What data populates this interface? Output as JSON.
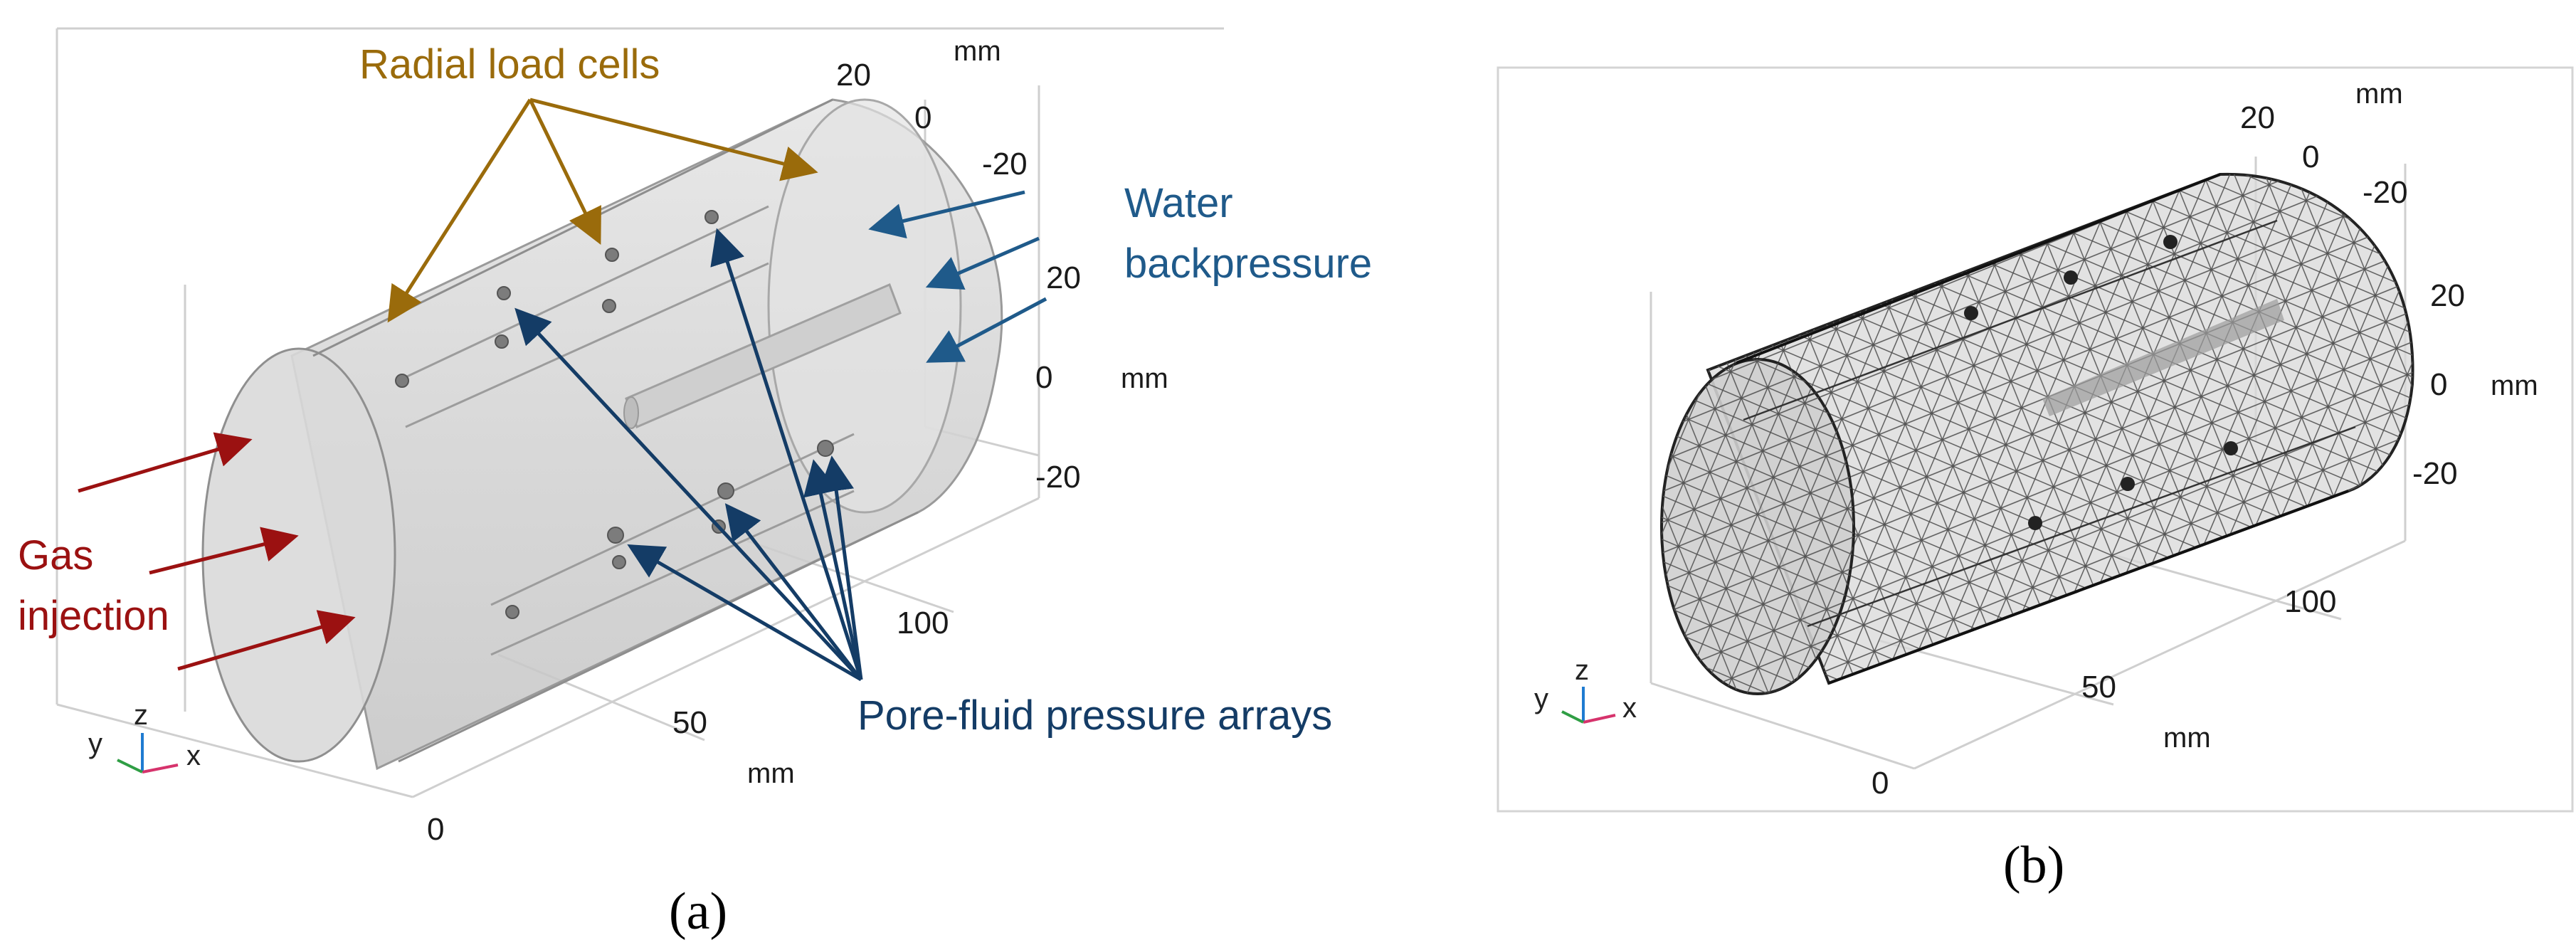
{
  "panel_a": {
    "caption": "(a)",
    "annotations": {
      "radial_load_cells": "Radial load cells",
      "water_backpressure_line1": "Water",
      "water_backpressure_line2": "backpressure",
      "gas_injection_line1": "Gas",
      "gas_injection_line2": "injection",
      "pore_fluid_pressure_arrays": "Pore-fluid pressure arrays"
    },
    "x_axis": {
      "ticks": [
        "0",
        "50",
        "100"
      ],
      "unit": "mm"
    },
    "y_axis": {
      "ticks": [
        "20",
        "0",
        "-20"
      ],
      "unit": "mm"
    },
    "z_axis": {
      "ticks": [
        "20",
        "0",
        "-20"
      ],
      "unit": "mm"
    },
    "triad": {
      "x": "x",
      "y": "y",
      "z": "z"
    },
    "colors": {
      "radial_load_cells": "#9a6b0b",
      "water_backpressure": "#1f5a8a",
      "gas_injection": "#9b1111",
      "pore_fluid_pressure": "#143c66"
    }
  },
  "panel_b": {
    "caption": "(b)",
    "x_axis": {
      "ticks": [
        "0",
        "50",
        "100"
      ],
      "unit": "mm"
    },
    "y_axis": {
      "ticks": [
        "20",
        "0",
        "-20"
      ],
      "unit": "mm"
    },
    "z_axis": {
      "ticks": [
        "20",
        "0",
        "-20"
      ],
      "unit": "mm"
    },
    "triad": {
      "x": "x",
      "y": "y",
      "z": "z"
    }
  }
}
